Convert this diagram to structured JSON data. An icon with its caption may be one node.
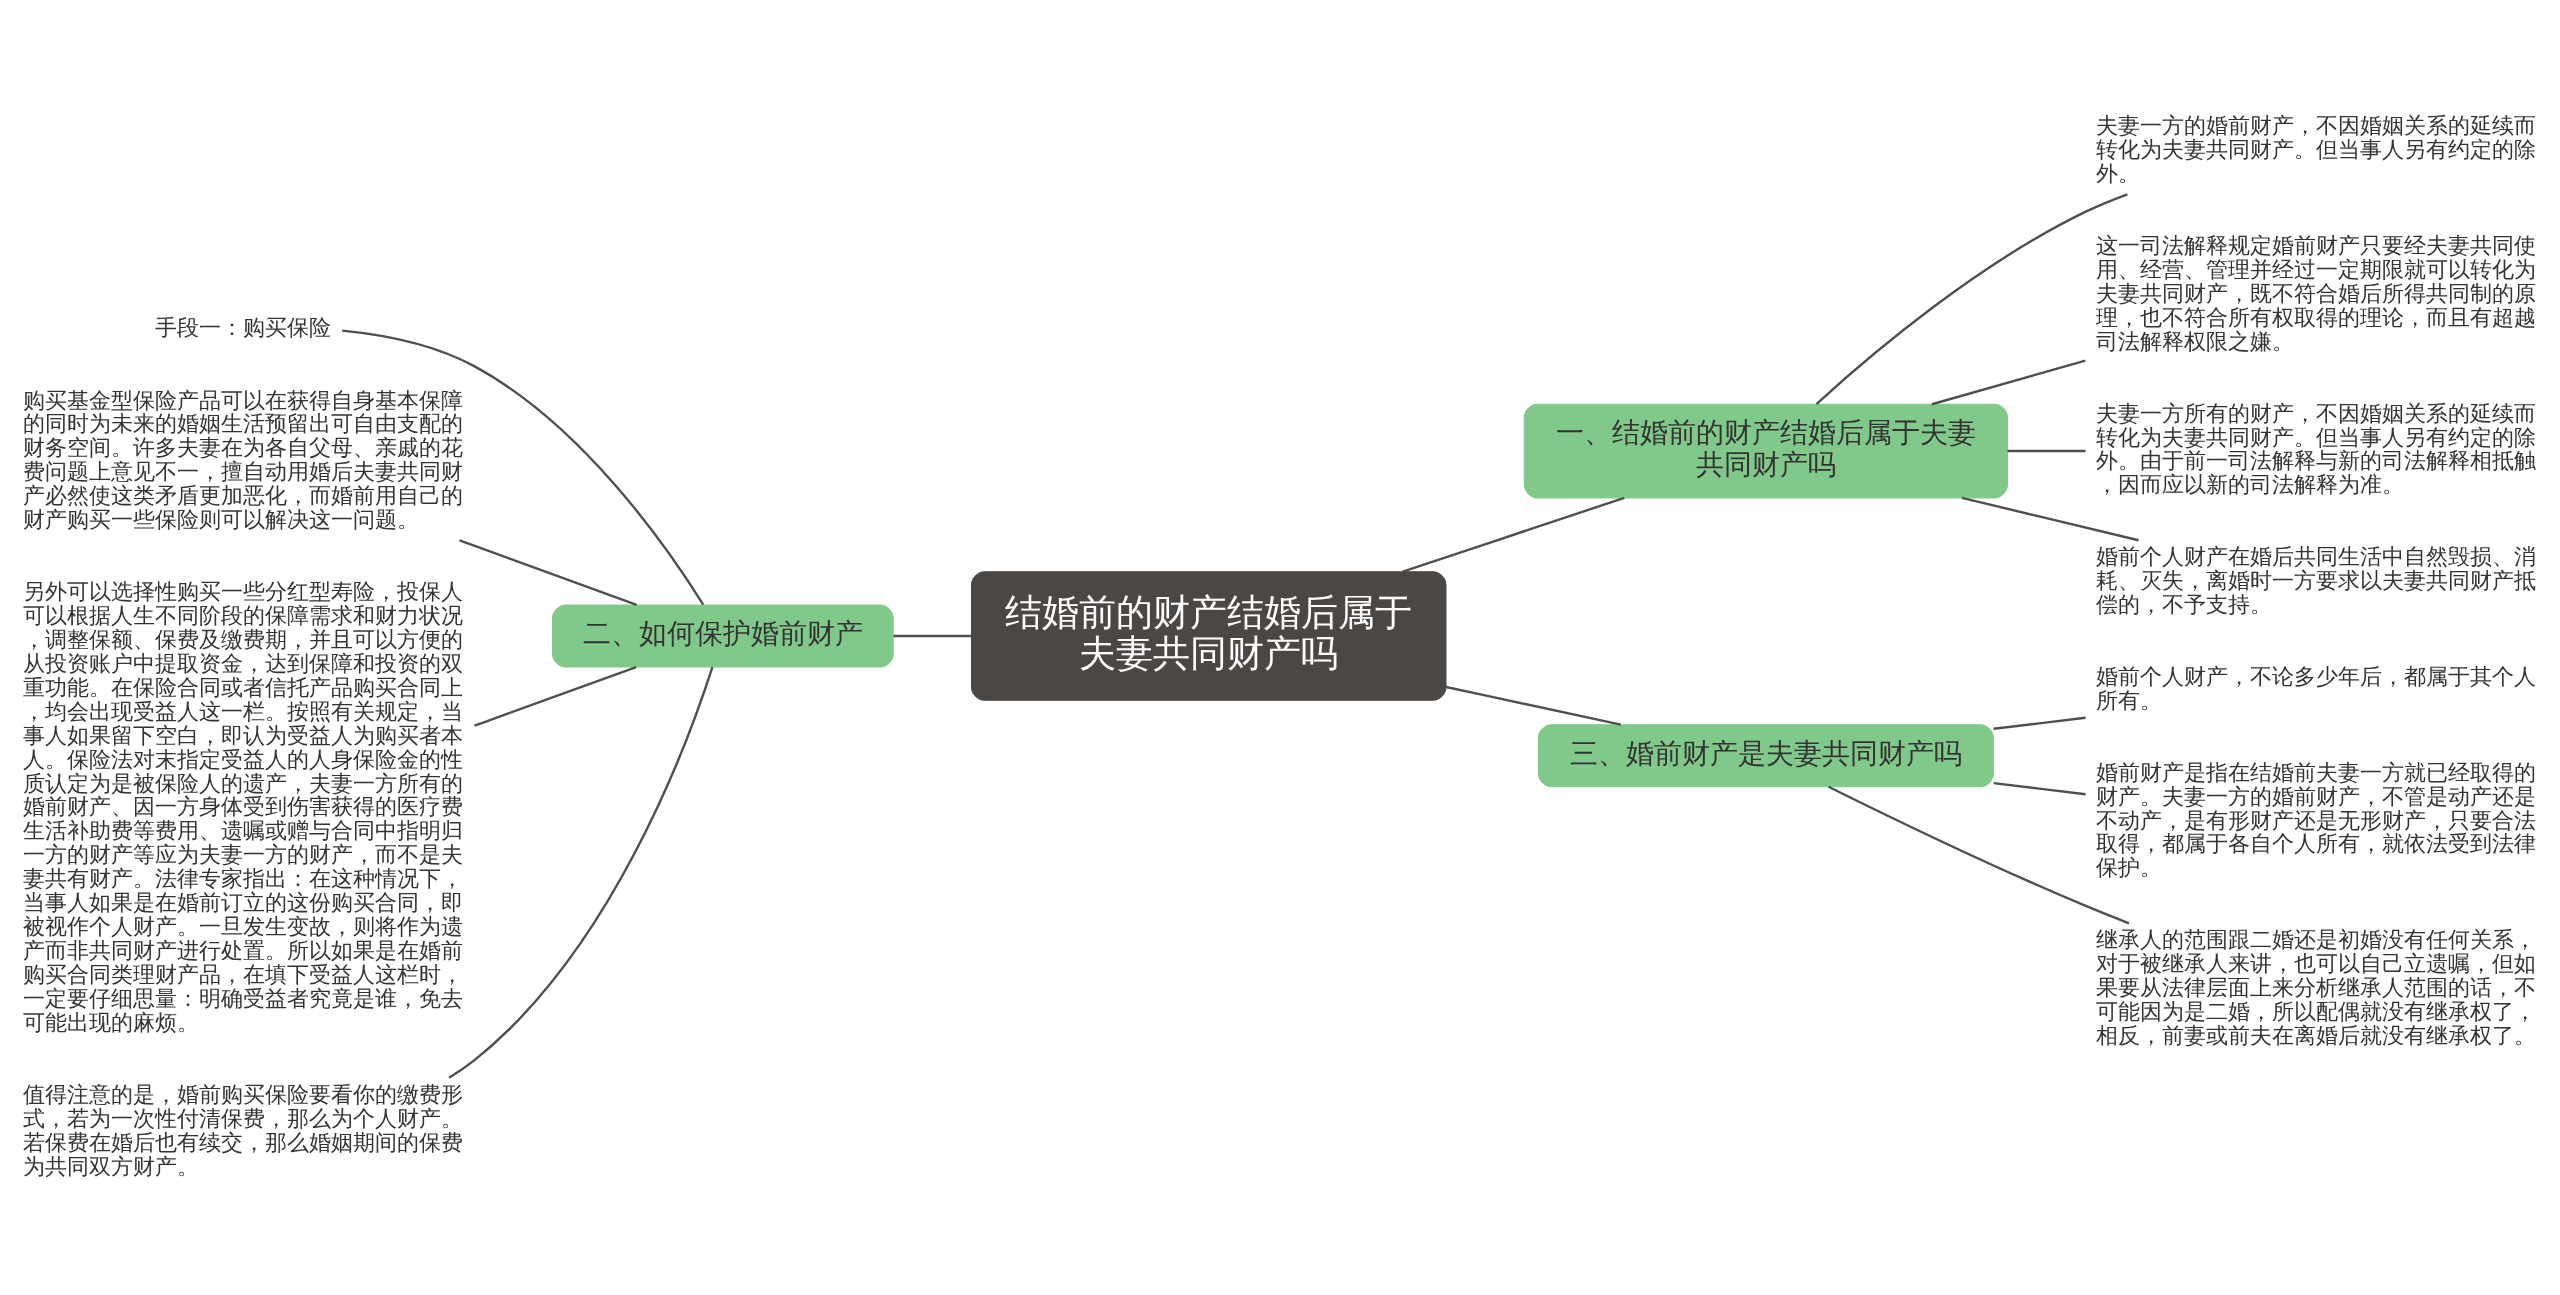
{
  "diagram": {
    "nodes": [
      {
        "text": [
          "结婚前的财产结婚后属于夫妻共同财产吗"
        ]
      },
      {
        "text": [
          "一、结婚前的财产结婚后属于夫妻共同财产吗"
        ]
      },
      {
        "text": [
          "夫妻一方的婚前财产，不因婚姻关系的延续而转化为夫妻共同财产。但当事人另有约定的除外。"
        ]
      },
      {
        "text": [
          "这一司法解释规定婚前财产只要经夫妻共同使用、经营、管理并经过一定期限就可以转化为夫妻共同财产，既不符合婚后所得共同制的原理，也不符合所有权取得的理论，而且有超越司法解释权限之嫌。"
        ]
      },
      {
        "text": [
          "夫妻一方所有的财产，不因婚姻关系的延续而转化为夫妻共同财产。但当事人另有约定的除外。由于前一司法解释与新的司法解释相抵触，因而应以新的司法解释为准。"
        ]
      },
      {
        "text": [
          "婚前个人财产在婚后共同生活中自然毁损、消耗、灭失，离婚时一方要求以夫妻共同财产抵偿的，不予支持。"
        ]
      },
      {
        "text": [
          "二、如何保护婚前财产"
        ]
      },
      {
        "text": [
          "手段一：购买保险"
        ]
      },
      {
        "text": [
          "购买基金型保险产品可以在获得自身基本保障的同时为未来的婚姻生活预留出可自由支配的财务空间。许多夫妻在为各自父母、亲戚的花费问题上意见不一，擅自动用婚后夫妻共同财产必然使这类矛盾更加恶化，而婚前用自己的财产购买一些保险则可以解决这一问题。"
        ]
      },
      {
        "text": [
          "另外可以选择性购买一些分红型寿险，投保人可以根据人生不同阶段的保障需求和财力状况，调整保额、保费及缴费期，并且可以方便的从投资账户中提取资金，达到保障和投资的双重功能。在保险合同或者信托产品购买合同上，均会出现受益人这一栏。按照有关规定，当事人如果留下空白，即认为受益人为购买者本人。保险法对末指定受益人的人身保险金的性质认定为是被保险人的遗产，夫妻一方所有的婚前财产、因一方身体受到伤害获得的医疗费生活补助费等费用、遗嘱或赠与合同中指明归一方的财产等应为夫妻一方的财产，而不是夫妻共有财产。法律专家指出：在这种情况下，当事人如果是在婚前订立的这份购买合同，即被视作个人财产。一旦发生变故，则将作为遗产而非共同财产进行处置。所以如果是在婚前购买合同类理财产品，在填下受益人这栏时，一定要仔细思量：明确受益者究竟是谁，免去可能出现的麻烦。"
        ]
      },
      {
        "text": [
          "值得注意的是，婚前购买保险要看你的缴费形式，若为一次性付清保费，那么为个人财产。若保费在婚后也有续交，那么婚姻期间的保费为共同双方财产。"
        ]
      },
      {
        "text": [
          "三、婚前财产是夫妻共同财产吗"
        ]
      },
      {
        "text": [
          "婚前个人财产，不论多少年后，都属于其个人所有。"
        ]
      },
      {
        "text": [
          "婚前财产是指在结婚前夫妻一方就已经取得的财产。夫妻一方的婚前财产，不管是动产还是不动产，是有形财产还是无形财产，只要合法取得，都属于各自个人所有，就依法受到法律保护。"
        ]
      },
      {
        "text": [
          "继承人的范围跟二婚还是初婚没有任何关系，对于被继承人来讲，也可以自己立遗嘱，但如果要从法律层面上来分析继承人范围的话，不可能因为是二婚，所以配偶就没有继承权了，相反，前妻或前夫在离婚后就没有继承权了。"
        ]
      }
    ],
    "edges": [
      {
        "from": 0,
        "to": 1,
        "arrow": "none"
      },
      {
        "from": 1,
        "to": 2,
        "arrow": "none"
      },
      {
        "from": 1,
        "to": 3,
        "arrow": "none"
      },
      {
        "from": 1,
        "to": 4,
        "arrow": "none"
      },
      {
        "from": 1,
        "to": 5,
        "arrow": "none"
      },
      {
        "from": 0,
        "to": 6,
        "arrow": "none"
      },
      {
        "from": 6,
        "to": 7,
        "arrow": "none"
      },
      {
        "from": 6,
        "to": 8,
        "arrow": "none"
      },
      {
        "from": 6,
        "to": 9,
        "arrow": "none"
      },
      {
        "from": 6,
        "to": 10,
        "arrow": "none"
      },
      {
        "from": 0,
        "to": 11,
        "arrow": "none"
      },
      {
        "from": 11,
        "to": 12,
        "arrow": "none"
      },
      {
        "from": 11,
        "to": 13,
        "arrow": "none"
      },
      {
        "from": 11,
        "to": 14,
        "arrow": "none"
      }
    ]
  }
}
